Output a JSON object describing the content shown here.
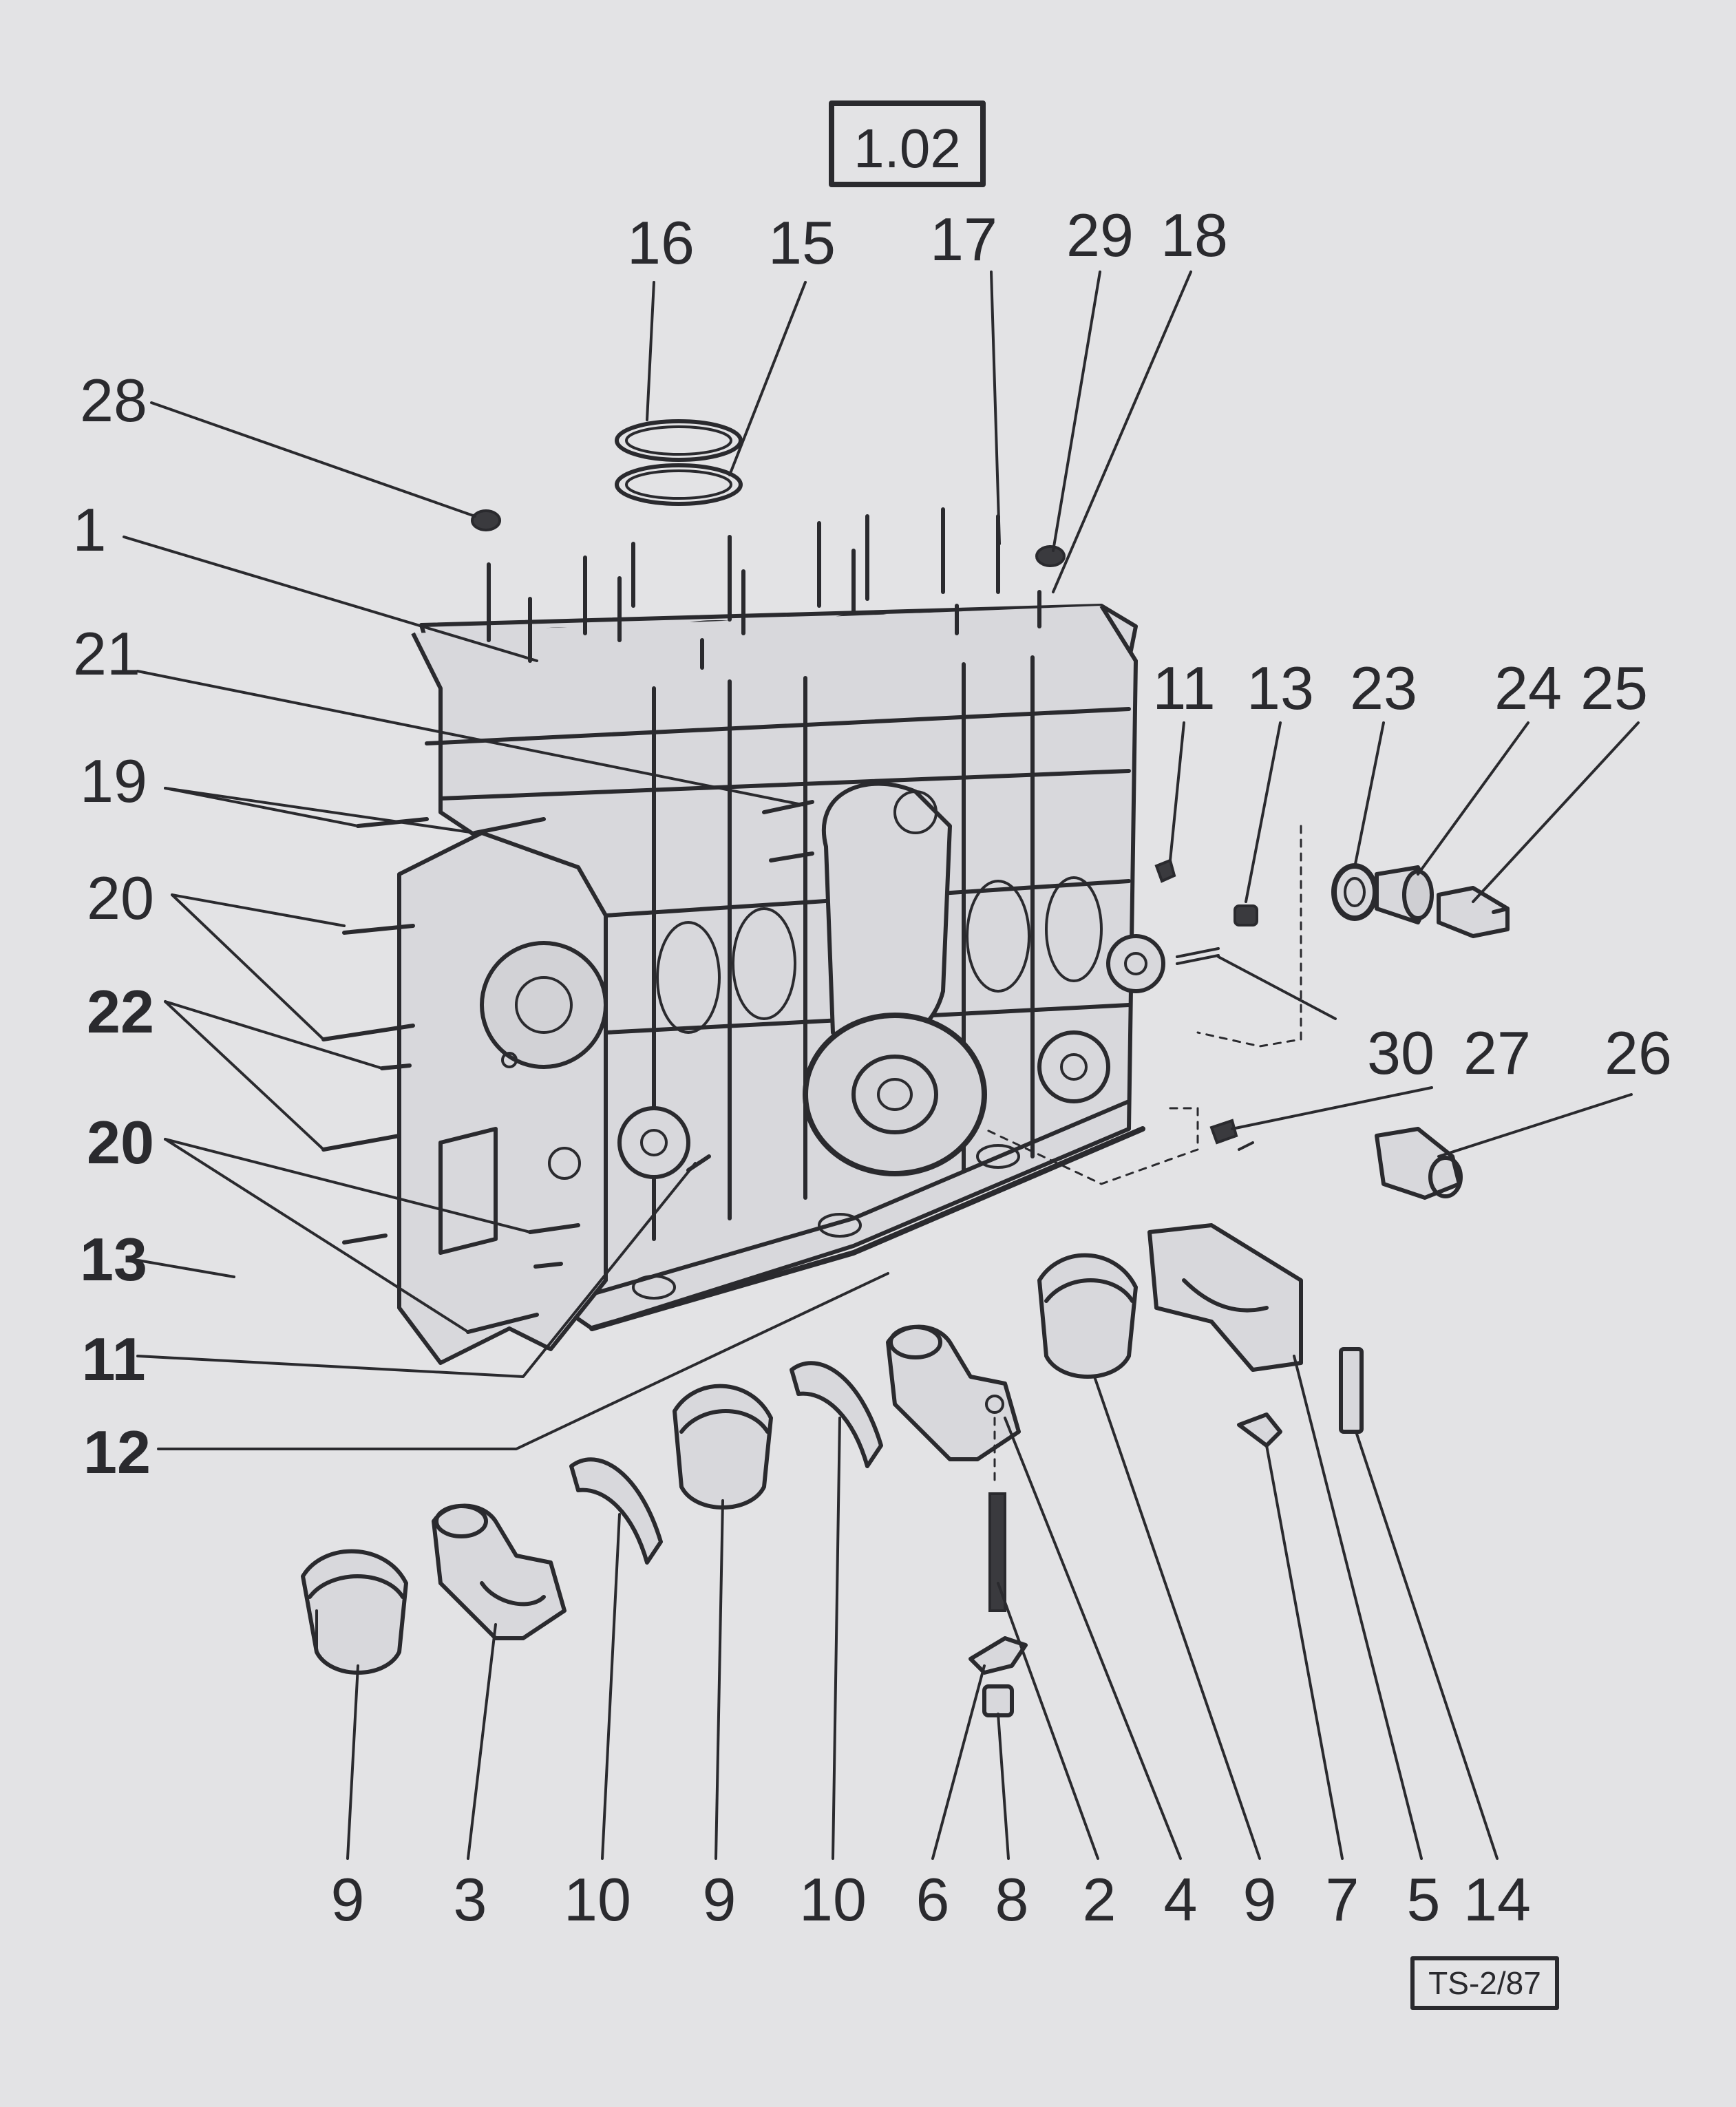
{
  "diagram_id": "1.02",
  "reference_code": "TS-2/87",
  "callouts": {
    "top": [
      "16",
      "15",
      "17",
      "29",
      "18"
    ],
    "left": [
      "28",
      "1",
      "21",
      "19",
      "20",
      "22",
      "20",
      "13",
      "11",
      "12"
    ],
    "right": [
      "11",
      "13",
      "23",
      "24",
      "25",
      "30",
      "27",
      "26"
    ],
    "bottom": [
      "9",
      "3",
      "10",
      "9",
      "10",
      "6",
      "8",
      "2",
      "4",
      "9",
      "7",
      "5",
      "14"
    ]
  }
}
